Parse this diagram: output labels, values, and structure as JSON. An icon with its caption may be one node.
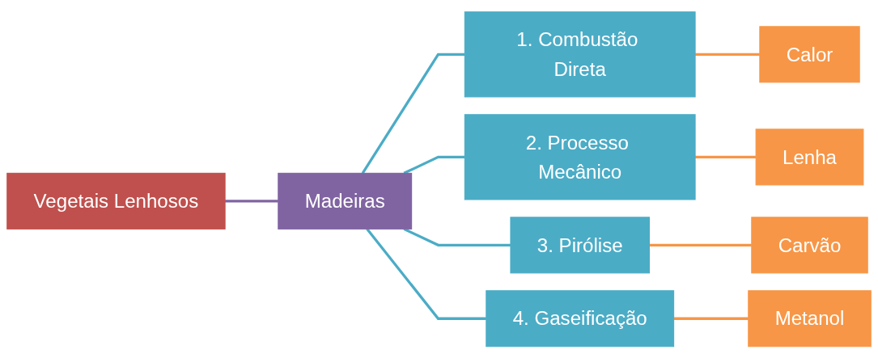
{
  "diagram": {
    "nodes": [
      {
        "text": [
          "Vegetais Lenhosos"
        ]
      },
      {
        "text": [
          "Madeiras"
        ]
      },
      {
        "text": [
          "1. Combustão Direta"
        ]
      },
      {
        "text": [
          "Calor"
        ]
      },
      {
        "text": [
          "2. Processo Mecânico"
        ]
      },
      {
        "text": [
          "Lenha"
        ]
      },
      {
        "text": [
          "3. Pirólise"
        ]
      },
      {
        "text": [
          "Carvão"
        ]
      },
      {
        "text": [
          "4. Gaseificação"
        ]
      },
      {
        "text": [
          "Metanol"
        ]
      }
    ],
    "edges": [
      {
        "from": 0,
        "to": 1,
        "arrow": "none",
        "color": "#8064a2"
      },
      {
        "from": 1,
        "to": 2,
        "arrow": "none",
        "color": "#4bacc6"
      },
      {
        "from": 1,
        "to": 4,
        "arrow": "none",
        "color": "#4bacc6"
      },
      {
        "from": 1,
        "to": 6,
        "arrow": "none",
        "color": "#4bacc6"
      },
      {
        "from": 1,
        "to": 8,
        "arrow": "none",
        "color": "#4bacc6"
      },
      {
        "from": 2,
        "to": 3,
        "arrow": "none",
        "color": "#f79646"
      },
      {
        "from": 4,
        "to": 5,
        "arrow": "none",
        "color": "#f79646"
      },
      {
        "from": 6,
        "to": 7,
        "arrow": "none",
        "color": "#f79646"
      },
      {
        "from": 8,
        "to": 9,
        "arrow": "none",
        "color": "#f79646"
      }
    ]
  }
}
